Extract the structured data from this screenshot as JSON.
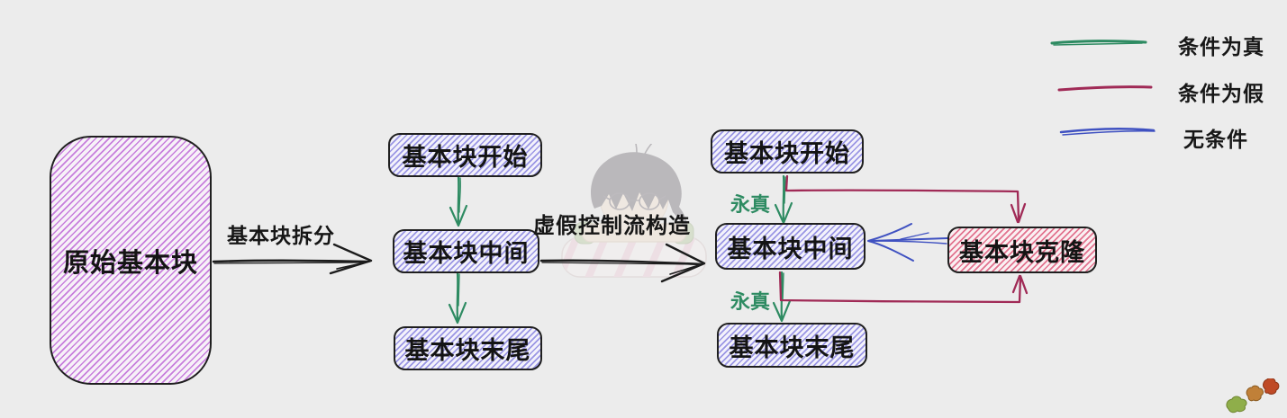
{
  "colors": {
    "background": "#ececec",
    "ink": "#1c1c1c",
    "true_edge": "#2e8b62",
    "false_edge": "#a02a56",
    "uncond_edge": "#3f51c1",
    "purple_hatch": "#c77edc",
    "periwinkle_hatch": "#9a96e4",
    "pink_hatch": "#e2738f"
  },
  "legend": {
    "items": [
      {
        "label": "条件为真",
        "type": "condition-true",
        "color": "#2e8b62"
      },
      {
        "label": "条件为假",
        "type": "condition-false",
        "color": "#a02a56"
      },
      {
        "label": "无条件",
        "type": "unconditional",
        "color": "#3f51c1"
      }
    ]
  },
  "diagram": {
    "original_block": "原始基本块",
    "transform1_label": "基本块拆分",
    "transform2_label": "虚假控制流构造",
    "split_blocks": [
      "基本块开始",
      "基本块中间",
      "基本块末尾"
    ],
    "bogus_blocks": [
      "基本块开始",
      "基本块中间",
      "基本块末尾"
    ],
    "clone_block": "基本块克隆",
    "always_true_top": "永真",
    "always_true_bottom": "永真",
    "split_edges": [
      {
        "from": "基本块开始",
        "to": "基本块中间",
        "type": "顺序"
      },
      {
        "from": "基本块中间",
        "to": "基本块末尾",
        "type": "顺序"
      }
    ],
    "bogus_edges": [
      {
        "from": "基本块开始",
        "to": "基本块中间",
        "type": "条件为真",
        "label": "永真"
      },
      {
        "from": "基本块开始",
        "to": "基本块克隆",
        "type": "条件为假"
      },
      {
        "from": "基本块中间",
        "to": "基本块末尾",
        "type": "条件为真",
        "label": "永真"
      },
      {
        "from": "基本块中间",
        "to": "基本块克隆",
        "type": "条件为假"
      },
      {
        "from": "基本块克隆",
        "to": "基本块中间",
        "type": "无条件"
      }
    ]
  },
  "decorations": {
    "watermark": "sleeping-conan-illustration",
    "corner_sticker": "three-small-leaves"
  }
}
